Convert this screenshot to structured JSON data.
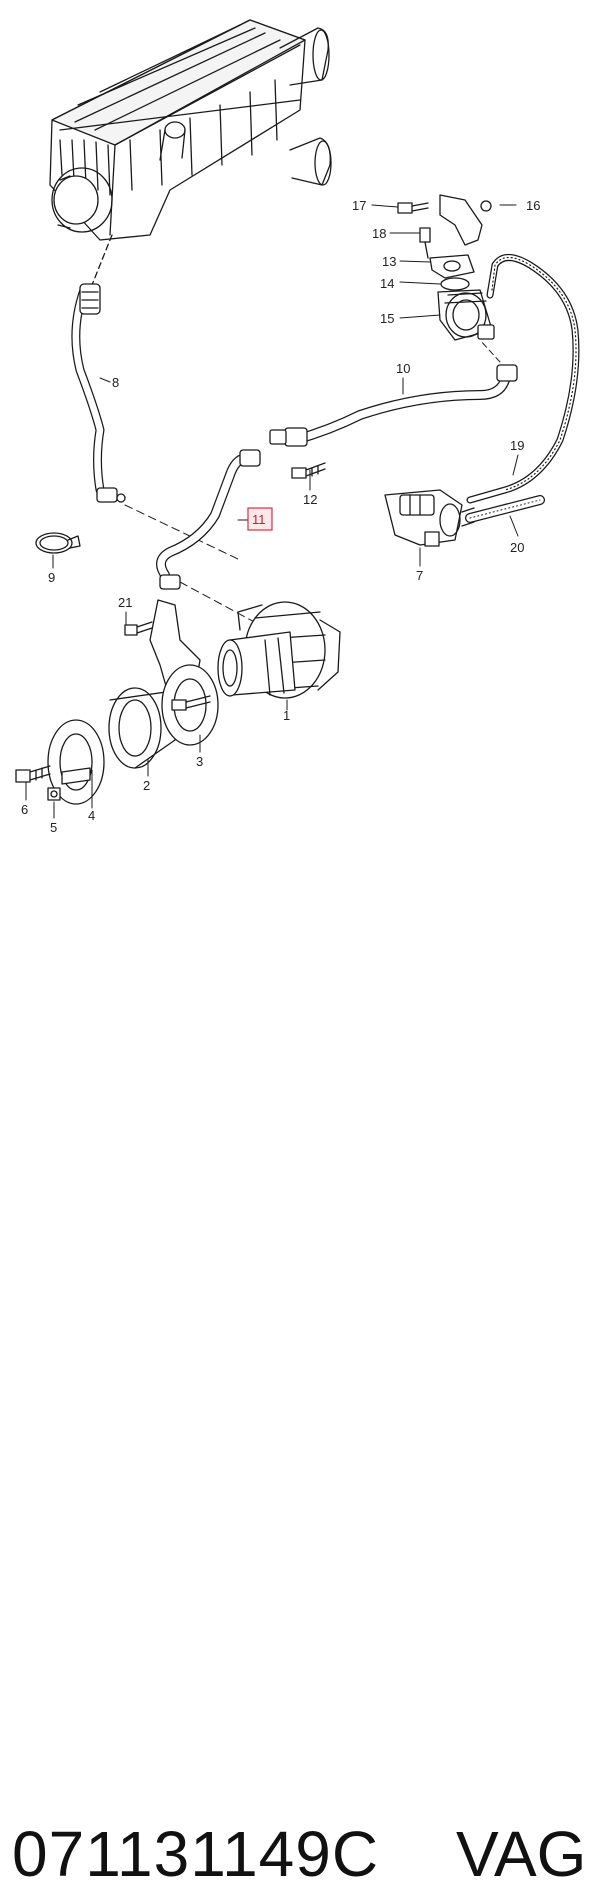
{
  "diagram": {
    "callouts": [
      {
        "id": "1",
        "label": "1"
      },
      {
        "id": "2",
        "label": "2"
      },
      {
        "id": "3",
        "label": "3"
      },
      {
        "id": "4",
        "label": "4"
      },
      {
        "id": "5",
        "label": "5"
      },
      {
        "id": "6",
        "label": "6"
      },
      {
        "id": "7",
        "label": "7"
      },
      {
        "id": "8",
        "label": "8"
      },
      {
        "id": "9",
        "label": "9"
      },
      {
        "id": "10",
        "label": "10"
      },
      {
        "id": "11",
        "label": "11",
        "highlighted": true
      },
      {
        "id": "12",
        "label": "12"
      },
      {
        "id": "13",
        "label": "13"
      },
      {
        "id": "14",
        "label": "14"
      },
      {
        "id": "15",
        "label": "15"
      },
      {
        "id": "16",
        "label": "16"
      },
      {
        "id": "17",
        "label": "17"
      },
      {
        "id": "18",
        "label": "18"
      },
      {
        "id": "19",
        "label": "19"
      },
      {
        "id": "20",
        "label": "20"
      },
      {
        "id": "21",
        "label": "21"
      }
    ],
    "highlight_color": "#d9303f"
  },
  "footer": {
    "part_number": "071131149C",
    "brand": "VAG"
  }
}
